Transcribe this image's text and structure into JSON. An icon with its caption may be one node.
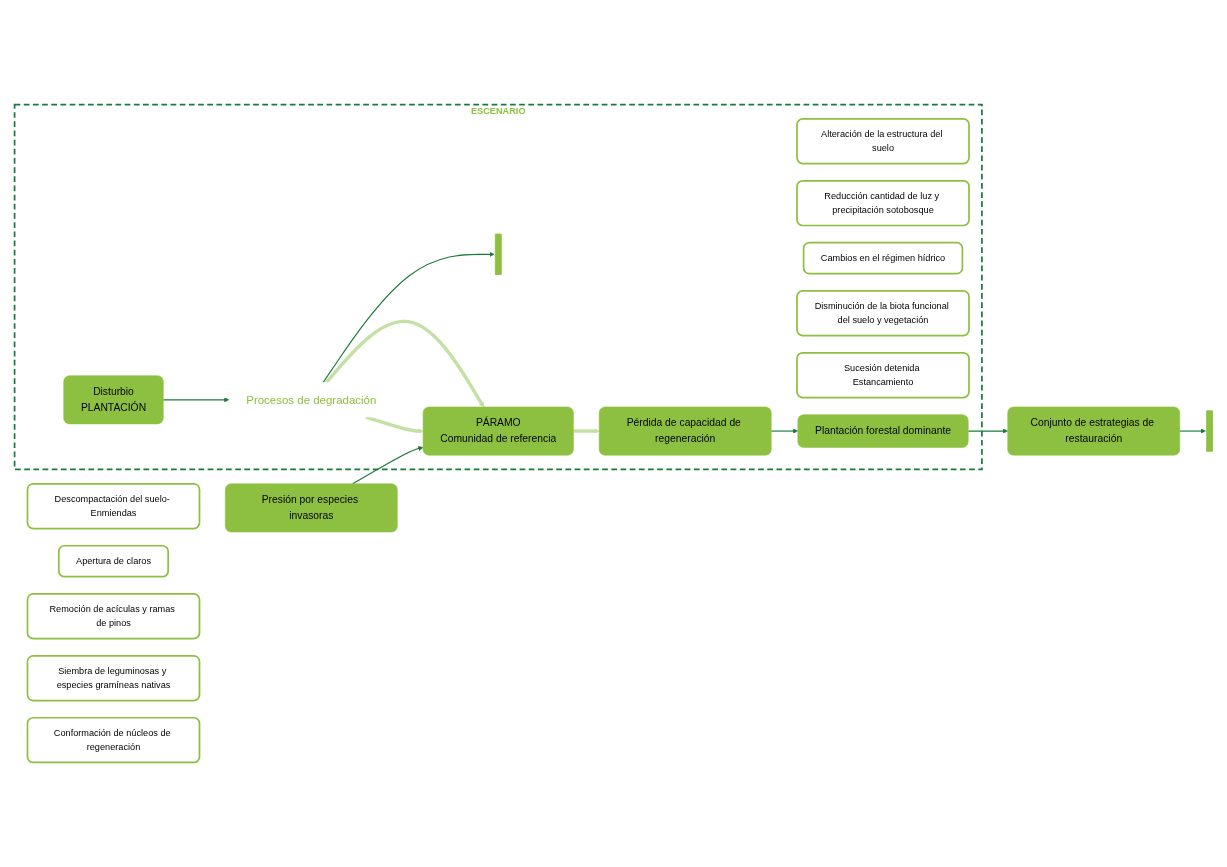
{
  "diagram": {
    "nodes": [
      {
        "text": [
          "ESCENARIO"
        ]
      },
      {
        "text": [
          "Disturbio",
          "PLANTACIÓN"
        ],
        "in": 0
      },
      {
        "text": [
          "Procesos de degradación"
        ],
        "in": 0
      },
      {
        "text": [],
        "shape": "bar",
        "in": 0
      },
      {
        "text": [
          "Alteración de la estructura del suelo"
        ],
        "in": 0
      },
      {
        "text": [
          "Reducción cantidad de luz y precipitación sotobosque"
        ],
        "in": 0
      },
      {
        "text": [
          "Cambios en el régimen hídrico"
        ],
        "in": 0
      },
      {
        "text": [
          "Disminución de la biota funcional del suelo y vegetación"
        ],
        "in": 0
      },
      {
        "text": [
          "Sucesión detenida Estancamiento"
        ],
        "in": 0
      },
      {
        "text": [
          "PÁRAMO",
          "Comunidad de referencia"
        ],
        "in": 0
      },
      {
        "text": [
          "Pérdida de capacidad de regeneración"
        ],
        "in": 0
      },
      {
        "text": [
          "Plantación forestal dominante"
        ],
        "in": 0
      },
      {
        "text": [
          "Presión por especies invasoras"
        ]
      },
      {
        "text": [
          "Descompactación del suelo- Enmiendas"
        ]
      },
      {
        "text": [
          "Apertura de claros"
        ]
      },
      {
        "text": [
          "Remoción de acículas y ramas de pinos"
        ]
      },
      {
        "text": [
          "Siembra de leguminosas y especies gramíneas nativas"
        ]
      },
      {
        "text": [
          "Conformación de núcleos de regeneración"
        ]
      },
      {
        "text": [],
        "shape": "bar"
      },
      {
        "text": [
          "Conjunto de estrategias de restauración"
        ]
      }
    ],
    "edges": [
      {
        "from": 1,
        "to": 2,
        "arrow": "to"
      },
      {
        "from": 2,
        "to": 3,
        "arrow": "to"
      },
      {
        "from": 2,
        "to": 9,
        "arrow": "to",
        "style": "thick",
        "color": "#c5e0a5"
      },
      {
        "from": 2,
        "to": 9,
        "arrow": "to",
        "style": "thick",
        "color": "#c5e0a5"
      },
      {
        "from": 12,
        "to": 9,
        "arrow": "to"
      },
      {
        "from": 9,
        "to": 10,
        "arrow": "to",
        "style": "thick",
        "color": "#c5e0a5"
      },
      {
        "from": 10,
        "to": 11,
        "arrow": "to"
      },
      {
        "from": 11,
        "to": 19,
        "arrow": "to"
      },
      {
        "from": 19,
        "to": 18,
        "arrow": "to"
      }
    ]
  }
}
